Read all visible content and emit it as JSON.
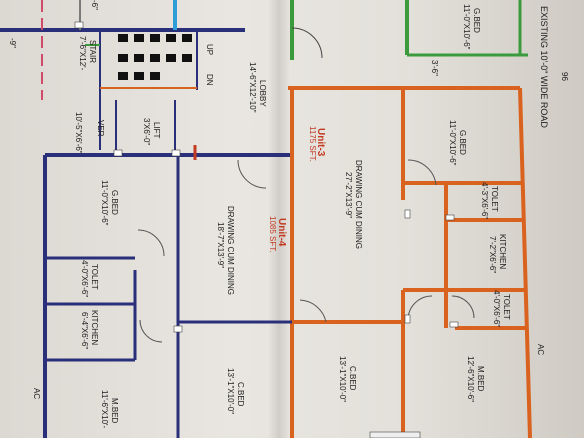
{
  "road": {
    "label": "EXISTING 10'-0\" WIDE ROAD",
    "number": "96"
  },
  "units": [
    {
      "name": "Unit-3",
      "area": "1175 SFT."
    },
    {
      "name": "Unit-4",
      "area": "1085 SFT."
    }
  ],
  "lobby": {
    "name": "LOBBY",
    "dims": "14'-6\"X12'-10\""
  },
  "stair": {
    "name": "STAIR",
    "dims": "7'-6\"X12'-"
  },
  "up_label": "UP",
  "dn_label": "DN",
  "lift": {
    "name": "LIFT",
    "dims": "3'X6'-0\""
  },
  "ver_label": "VER",
  "ver_dims": "10'-5\"X6'-6\"",
  "dim_3_6": "3'-6\"",
  "dim_9": "-9\"",
  "dim_top_left": "-6\"",
  "unit3_rooms": {
    "drawing": {
      "name": "DRAWING CUM DINING",
      "dims": "27'-2\"X13'-9\""
    },
    "gbed": {
      "name": "G.BED",
      "dims": "11'-0\"X10'-6\""
    },
    "tolet": {
      "name": "TOLET",
      "dims": "4'-3\"X6'-6\""
    },
    "kitchen": {
      "name": "KITCHEN",
      "dims": "7'-2\"X6'-6\""
    },
    "tolet2": {
      "name": "TOLET",
      "dims": "4'-0\"X6'-6\""
    },
    "mbed": {
      "name": "M.BED",
      "dims": "12'-6\"X10'-6\""
    },
    "cbed": {
      "name": "C.BED",
      "dims": "13'-1\"X10'-0\""
    }
  },
  "unit4_rooms": {
    "drawing": {
      "name": "DRAWING CUM DINING",
      "dims": "18'-7\"X13'-9\""
    },
    "gbed": {
      "name": "G.BED",
      "dims": "11'-0\"X10'-6\""
    },
    "tolet": {
      "name": "TOLET",
      "dims": "4'-0\"X6'-6\""
    },
    "kitchen": {
      "name": "KITCHEN",
      "dims": "6'-4\"X6'-6\""
    },
    "cbed": {
      "name": "C.BED",
      "dims": "13'-1\"X10'-0\""
    },
    "mbed": {
      "name": "M.BED",
      "dims": "11'-6\"X10'-"
    }
  },
  "top_right_room": {
    "name": "G.BED",
    "dims": "11'-0\"X10'-6\""
  },
  "ac_label": "AC",
  "colors": {
    "unit3_wall": "#d9621f",
    "unit4_wall": "#2a2f7a",
    "left_wall": "#203a8c",
    "green_wall": "#3b9a3b",
    "cyan_wall": "#2f9ed6",
    "pink_line": "#d04a6a",
    "unit_label": "#c23a22"
  }
}
